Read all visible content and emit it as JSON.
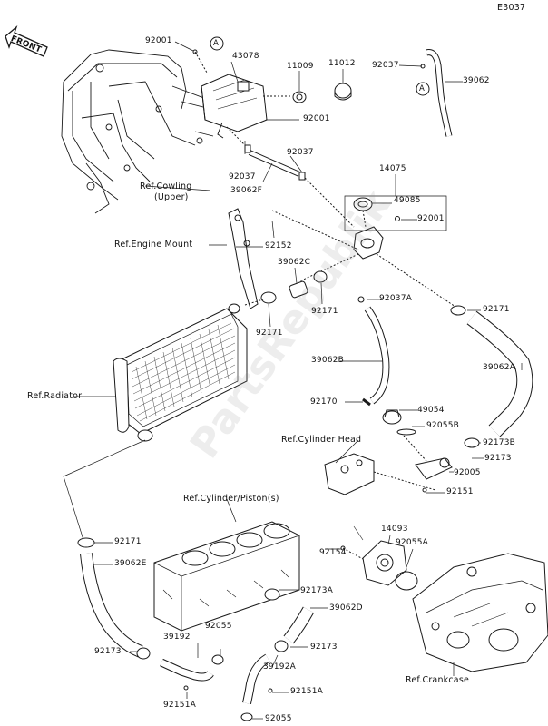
{
  "diagram_code": "E3037",
  "front_badge": "FRONT",
  "watermark": "PartsRepublik",
  "callout_letter": "A",
  "refs": {
    "cowling_line1": "Ref.Cowling",
    "cowling_line2": "(Upper)",
    "engine_mount": "Ref.Engine Mount",
    "radiator": "Ref.Radiator",
    "cylinder_head": "Ref.Cylinder Head",
    "cylinder_piston": "Ref.Cylinder/Piston(s)",
    "crankcase": "Ref.Crankcase"
  },
  "parts": [
    "92001",
    "43078",
    "11009",
    "11012",
    "92037",
    "39062",
    "92001",
    "92037",
    "92037",
    "39062F",
    "14075",
    "49085",
    "92001",
    "92152",
    "39062C",
    "92171",
    "92171",
    "92037A",
    "92171",
    "39062B",
    "39062A",
    "92170",
    "49054",
    "92055B",
    "92173B",
    "92173",
    "92005",
    "92151",
    "92171",
    "39062E",
    "14093",
    "92055A",
    "92154",
    "92173A",
    "39062D",
    "92055",
    "39192",
    "92173",
    "92173",
    "39192A",
    "92151A",
    "92151A",
    "92055"
  ],
  "colors": {
    "line": "#1a1a1a",
    "watermark": "#8c8c8c"
  }
}
